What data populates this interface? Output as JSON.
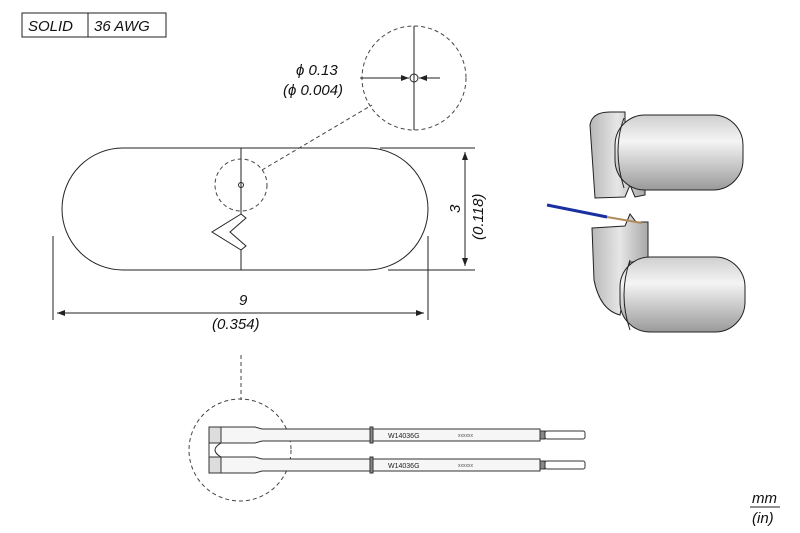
{
  "spec": {
    "type": "SOLID",
    "gauge": "36 AWG"
  },
  "dimensions": {
    "hole_diameter_mm": "ϕ 0.13",
    "hole_diameter_in": "(ϕ 0.004)",
    "height_mm": "3",
    "height_in": "(0.118)",
    "width_mm": "9",
    "width_in": "(0.354)"
  },
  "tip": {
    "part_number": "W14036G",
    "marking": "xxxxxx"
  },
  "units": {
    "primary": "mm",
    "secondary": "(in)"
  },
  "colors": {
    "wire_insulation": "#1a2fa0",
    "wire_core": "#b08a5a",
    "tip_body": "#e0e0e0"
  }
}
